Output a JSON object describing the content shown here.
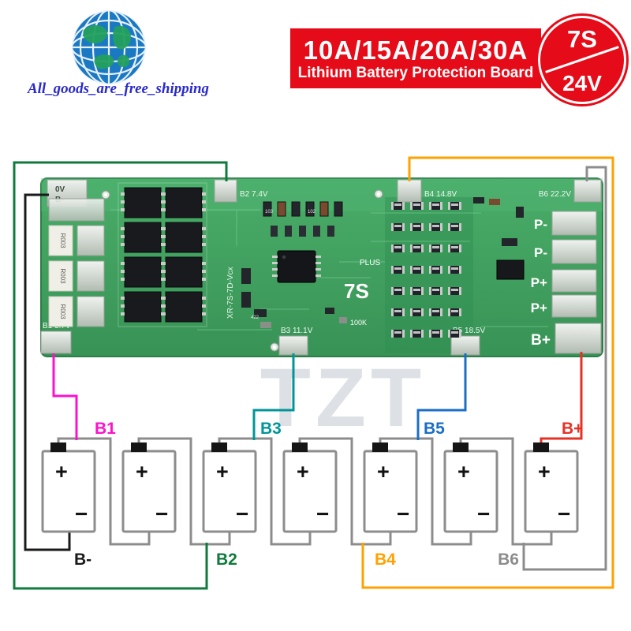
{
  "header": {
    "shipping_text": "All_goods_are_free_shipping",
    "banner": {
      "line1": "10A/15A/20A/30A",
      "line2": "Lithium Battery Protection Board"
    },
    "badge": {
      "series": "7S",
      "voltage": "24V"
    },
    "colors": {
      "banner_bg": "#e60b18",
      "shipping_text": "#2a2ace",
      "badge_bg": "#e60b18"
    }
  },
  "board": {
    "pad_labels": {
      "b_minus_line1": "0V",
      "b_minus_line2": "B-",
      "b1": "B1 3.7V",
      "b2": "B2 7.4V",
      "b3": "B3 11.1V",
      "b4": "B4 14.8V",
      "b5": "B5 18.5V",
      "b6": "B6 22.2V"
    },
    "silkscreen": {
      "p_minus_1": "P-",
      "p_minus_2": "P-",
      "p_plus_1": "P+",
      "p_plus_2": "P+",
      "b_plus": "B+",
      "plus_text": "PLUS",
      "series_text": "7S",
      "model": "XR-7S-7D-Vcx",
      "value_100k": "100K",
      "shunt": "R003"
    },
    "component_marks": {
      "m1": "103",
      "m2": "102",
      "m3": "422"
    },
    "colors": {
      "pcb_green": "#3fa05e"
    }
  },
  "watermark": "TZT",
  "wiring": {
    "labels": {
      "b_minus": "B-",
      "b1": "B1",
      "b2": "B2",
      "b3": "B3",
      "b4": "B4",
      "b5": "B5",
      "b6": "B6",
      "b_plus": "B+"
    },
    "colors": {
      "b_minus": "#1a1a1a",
      "b1": "#ff10cc",
      "b2": "#0f7a3c",
      "b3": "#009598",
      "b4": "#ffa200",
      "b5": "#1a6fc4",
      "b6": "#8c8c8c",
      "b_plus": "#e63226",
      "series": "#8c8c8c"
    }
  },
  "battery": {
    "plus": "+",
    "minus": "−"
  }
}
